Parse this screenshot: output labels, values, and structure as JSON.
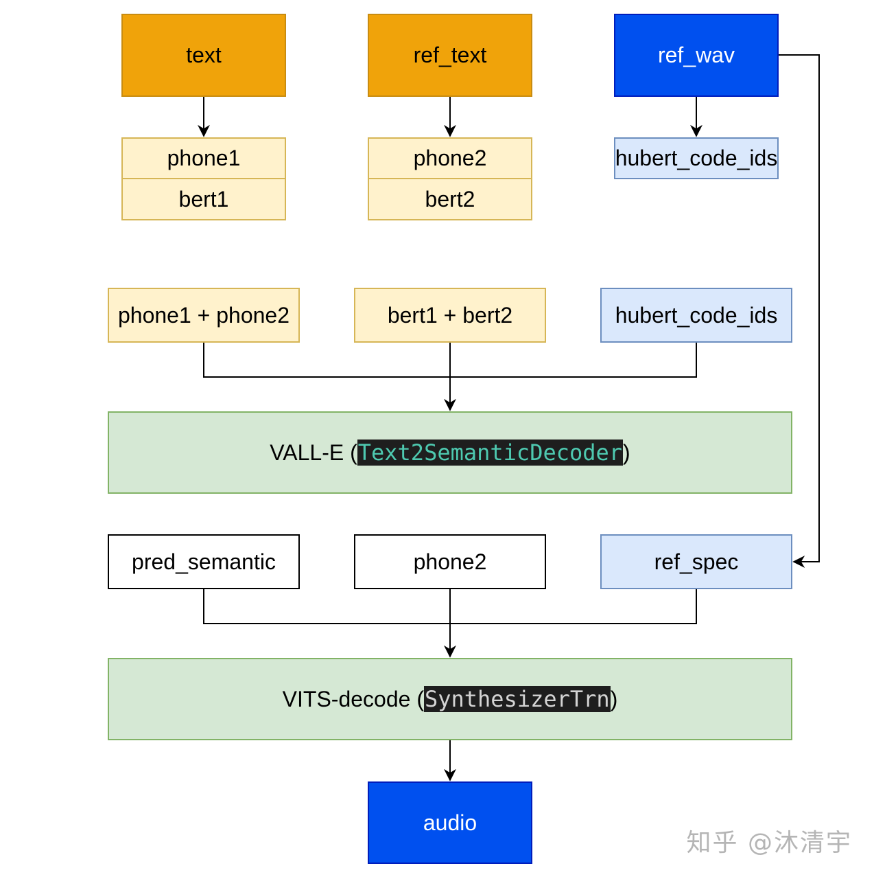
{
  "nodes": {
    "text": "text",
    "ref_text": "ref_text",
    "ref_wav": "ref_wav",
    "phone1": "phone1",
    "bert1": "bert1",
    "phone2": "phone2",
    "bert2": "bert2",
    "hubert_code_ids_top": "hubert_code_ids",
    "phone_concat": "phone1 + phone2",
    "bert_concat": "bert1 + bert2",
    "hubert_code_ids_mid": "hubert_code_ids",
    "valle_prefix": "VALL-E (",
    "valle_code": "Text2SemanticDecoder",
    "valle_suffix": ")",
    "pred_semantic": "pred_semantic",
    "phone2_vits": "phone2",
    "ref_spec": "ref_spec",
    "vits_prefix": "VITS-decode (",
    "vits_code": "SynthesizerTrn",
    "vits_suffix": ")",
    "audio": "audio"
  },
  "watermark": "知乎 @沐清宇",
  "colors": {
    "orange": "#f0a30a",
    "blue": "#0050ef",
    "yellow": "#fff2cc",
    "light_blue": "#dae8fc",
    "green": "#d5e8d4",
    "code_bg": "#1e1e1e",
    "code_teal": "#4ec9b0"
  }
}
